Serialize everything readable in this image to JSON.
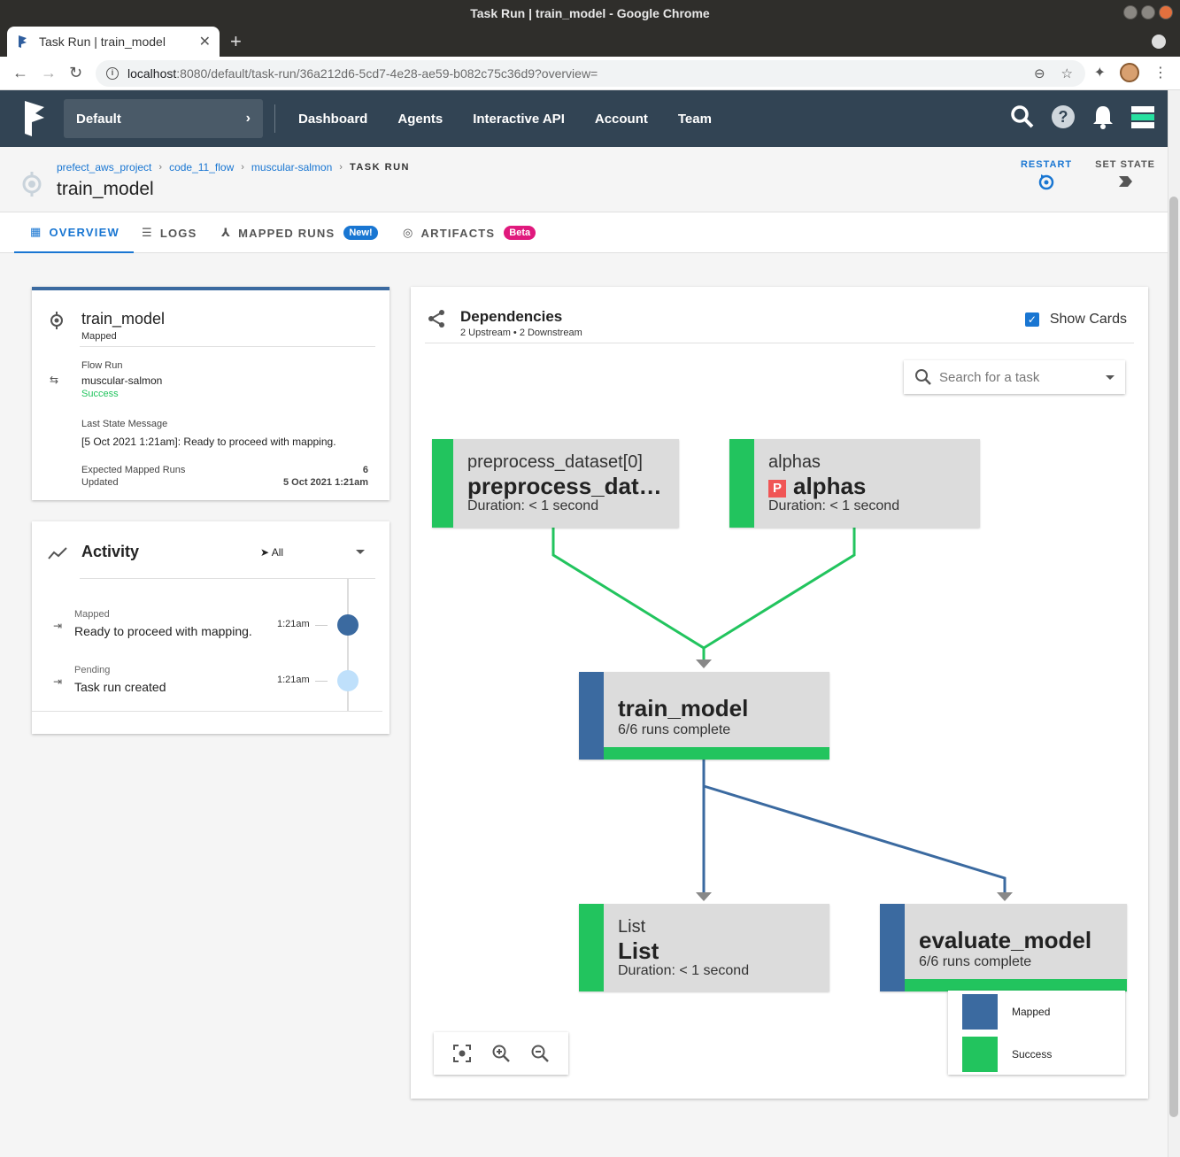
{
  "browser": {
    "window_title": "Task Run | train_model - Google Chrome",
    "tab_title": "Task Run | train_model",
    "url_host": "localhost",
    "url_rest": ":8080/default/task-run/36a212d6-5cd7-4e28-ae59-b082c75c36d9?overview="
  },
  "appbar": {
    "project": "Default",
    "nav": [
      "Dashboard",
      "Agents",
      "Interactive API",
      "Account",
      "Team"
    ]
  },
  "breadcrumb": [
    "prefect_aws_project",
    "code_11_flow",
    "muscular-salmon"
  ],
  "breadcrumb_current": "TASK RUN",
  "page_title": "train_model",
  "actions": {
    "restart": "RESTART",
    "set_state": "SET STATE"
  },
  "tabs": [
    {
      "label": "OVERVIEW"
    },
    {
      "label": "LOGS"
    },
    {
      "label": "MAPPED RUNS",
      "badge": "New!"
    },
    {
      "label": "ARTIFACTS",
      "badge": "Beta"
    }
  ],
  "details": {
    "title": "train_model",
    "subtitle": "Mapped",
    "flow_run_label": "Flow Run",
    "flow_run_name": "muscular-salmon",
    "flow_run_state": "Success",
    "last_state_label": "Last State Message",
    "last_state_time": "[5 Oct 2021 1:21am]:",
    "last_state_msg": "Ready to proceed with mapping.",
    "expected_label": "Expected Mapped Runs",
    "expected_value": "6",
    "updated_label": "Updated",
    "updated_value": "5 Oct 2021 1:21am"
  },
  "activity": {
    "title": "Activity",
    "filter": "All",
    "events": [
      {
        "state": "Mapped",
        "message": "Ready to proceed with mapping.",
        "time": "1:21am",
        "color": "#3b6aa0"
      },
      {
        "state": "Pending",
        "message": "Task run created",
        "time": "1:21am",
        "color": "#bfe0fb"
      }
    ]
  },
  "dependencies": {
    "title": "Dependencies",
    "subtitle": "2 Upstream • 2 Downstream",
    "show_cards_label": "Show Cards",
    "search_placeholder": "Search for a task"
  },
  "nodes": {
    "preprocess": {
      "sub": "preprocess_dataset[0]",
      "name": "preprocess_dat…",
      "duration": "Duration: < 1 second"
    },
    "alphas": {
      "sub": "alphas",
      "badge": "P",
      "name": "alphas",
      "duration": "Duration: < 1 second"
    },
    "train": {
      "name": "train_model",
      "runs": "6/6 runs complete"
    },
    "list": {
      "sub": "List",
      "name": "List",
      "duration": "Duration: < 1 second"
    },
    "evaluate": {
      "name": "evaluate_model",
      "runs": "6/6 runs complete"
    }
  },
  "legend": [
    {
      "label": "Mapped",
      "color": "#3b6aa0"
    },
    {
      "label": "Success",
      "color": "#22c45e"
    }
  ],
  "colors": {
    "mapped": "#3b6aa0",
    "success": "#22c45e",
    "primary": "#1976d2",
    "header": "#324454"
  }
}
